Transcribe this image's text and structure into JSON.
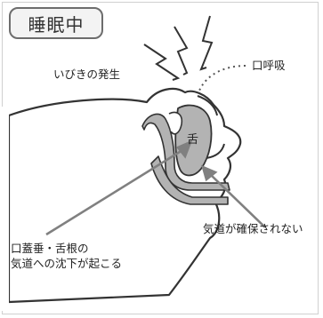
{
  "badge": {
    "label": "睡眠中"
  },
  "labels": {
    "snoring": "いびきの発生",
    "mouth_breathing": "口呼吸",
    "tongue": "舌",
    "airway_blocked": "気道が確保されない",
    "cause_line1": "口蓋垂・舌根の",
    "cause_line2": "気道への沈下が起こる"
  },
  "colors": {
    "outline": "#333333",
    "gray": "#b3b3b3",
    "pointer": "#808080",
    "badge_bg": "#f3f3f3"
  },
  "icons": [
    "snore-lightning-icon",
    "breath-dotted-arrow-icon"
  ]
}
